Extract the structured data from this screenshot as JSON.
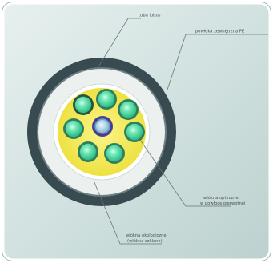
{
  "labels": {
    "tube": "tuba lubus",
    "sheath": "powłoka zewnętrzna PE",
    "fibers": [
      "włókna optyczne",
      "w powłoce pierwotnej"
    ],
    "strength": [
      "włókna ekologiczne",
      "(włókna szklane)"
    ]
  },
  "icons": {
    "fiber": "fiber-cross-section-icon",
    "central_member": "central-strength-member-icon"
  },
  "colors": {
    "card_fill": "#cfe1df",
    "outer_jacket": "#384b50",
    "jacket_gap": "#ecf1f0",
    "inner_sleeve": "#ffffff",
    "gel": "#f5ee5c",
    "fiber_ring": "#2f7f5d",
    "fiber_core": "#4fe0a8",
    "fiber_highlight": "#c9ffe6",
    "central_ring": "#4a3c8e",
    "leader_lines": "#6a7578"
  }
}
